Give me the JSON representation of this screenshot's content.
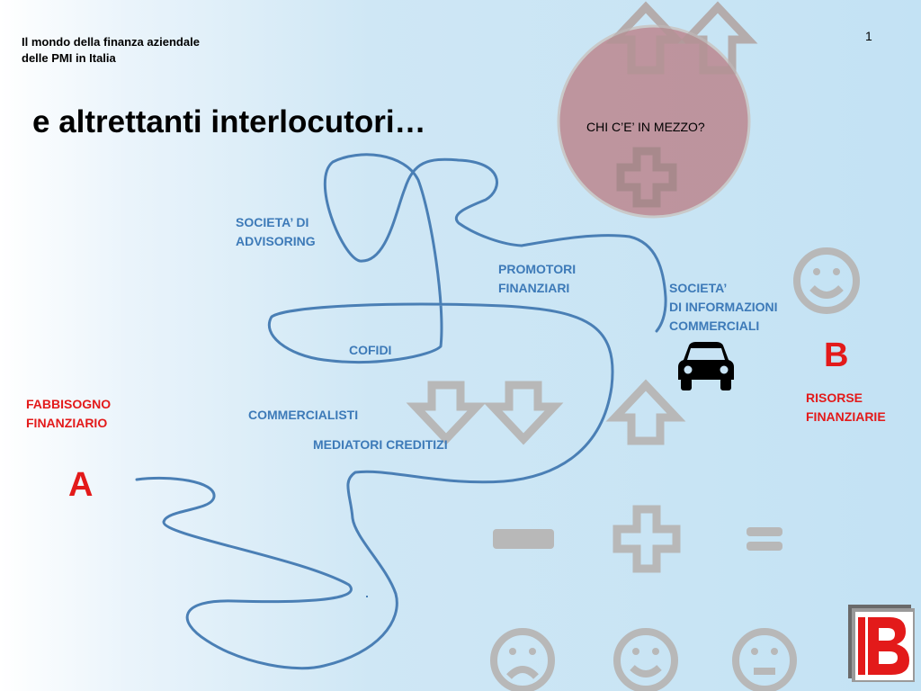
{
  "header": {
    "line1": "Il mondo della finanza aziendale",
    "line2": "delle PMI in Italia"
  },
  "page_number": "1",
  "title": "e altrettanti interlocutori…",
  "circle": {
    "text": "CHI C’E’ IN MEZZO?",
    "fill": "#b97a80"
  },
  "intermediaries": {
    "advisoring": {
      "line1": "SOCIETA’ DI",
      "line2": "ADVISORING"
    },
    "promotori": {
      "line1": "PROMOTORI",
      "line2": "FINANZIARI"
    },
    "informazioni": {
      "line1": "SOCIETA’",
      "line2": "DI INFORMAZIONI",
      "line3": "COMMERCIALI"
    },
    "cofidi": "COFIDI",
    "commercialisti": "COMMERCIALISTI",
    "mediatori": "MEDIATORI CREDITIZI"
  },
  "endpoint_a": {
    "letter": "A",
    "line1": "FABBISOGNO",
    "line2": "FINANZIARIO"
  },
  "endpoint_b": {
    "letter": "B",
    "line1": "RISORSE",
    "line2": "FINANZIARIE"
  },
  "colors": {
    "accent_red": "#e31a1a",
    "label_blue": "#3d7ab8",
    "path_blue": "#4a7fb5",
    "symbol_gray": "#b8b8b8"
  },
  "icons": [
    "up-arrow-icon",
    "down-arrow-icon",
    "plus-icon",
    "minus-icon",
    "equals-icon",
    "smiley-icon",
    "sad-face-icon",
    "neutral-face-icon",
    "car-icon",
    "logo-b-icon"
  ]
}
